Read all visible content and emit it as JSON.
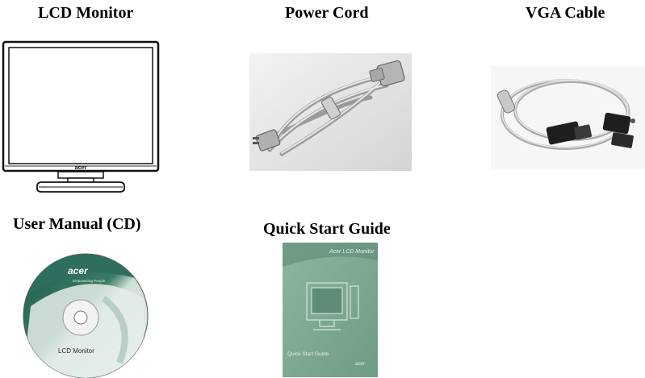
{
  "items": [
    {
      "label": "LCD Monitor",
      "icon": "lcd-monitor-picture"
    },
    {
      "label": "Power Cord",
      "icon": "power-cord-picture"
    },
    {
      "label": "VGA Cable",
      "icon": "vga-cable-picture"
    },
    {
      "label": "User Manual (CD)",
      "icon": "cd-disc-picture"
    },
    {
      "label": "Quick Start Guide",
      "icon": "quick-start-guide-picture"
    }
  ],
  "cd": {
    "brand": "acer",
    "tagline": "Empowering People",
    "product": "LCD Monitor"
  },
  "guide": {
    "header": "Acer LCD Monitor",
    "footer": "Quick Start Guide",
    "brand": "acer"
  },
  "monitor": {
    "brand": "acer"
  },
  "colors": {
    "cd_green": "#2f6e5f",
    "cd_light": "#dfe9e3",
    "guide_green": "#7fa893",
    "guide_dark": "#5d8a74"
  }
}
